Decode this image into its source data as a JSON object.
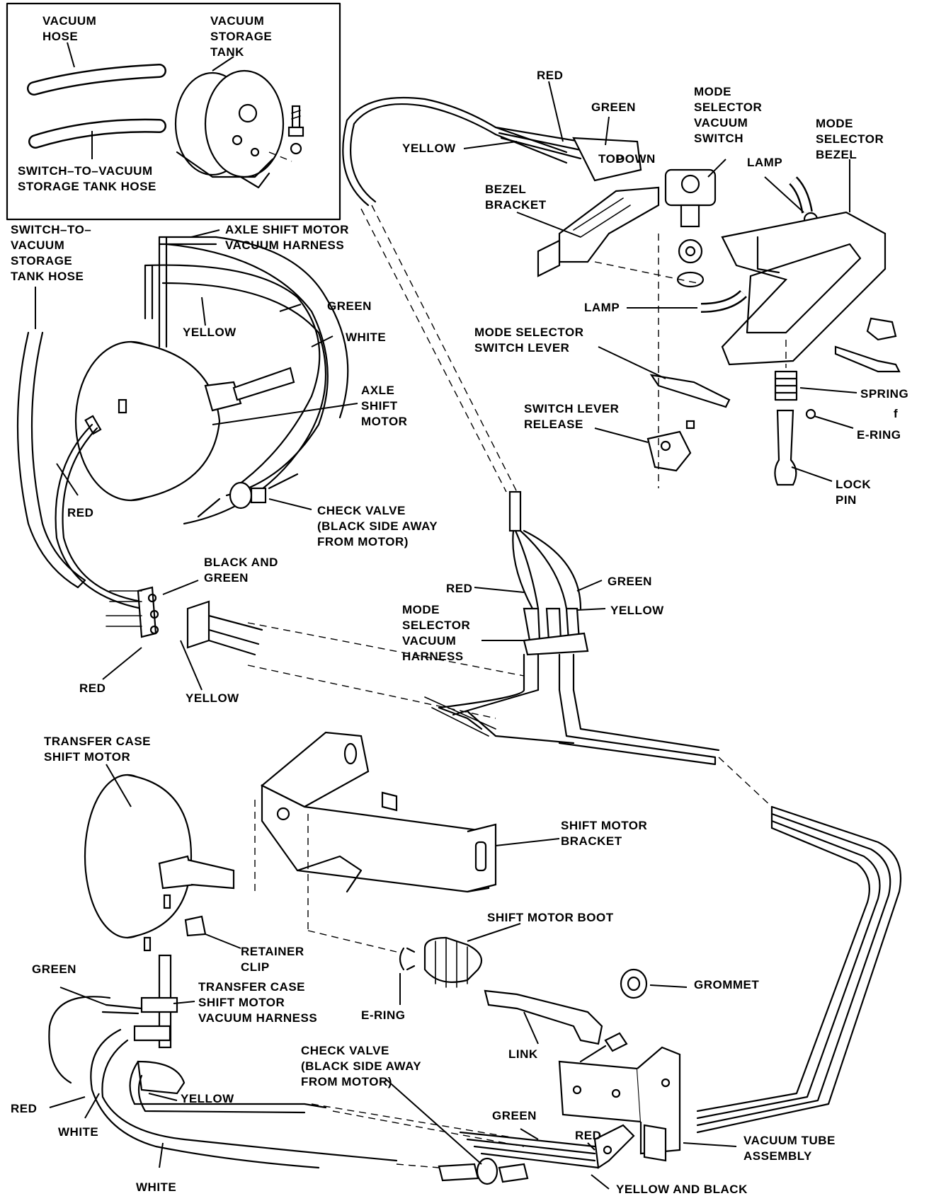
{
  "labels": {
    "vacuum_hose": [
      "VACUUM",
      "HOSE"
    ],
    "vacuum_storage_tank": [
      "VACUUM",
      "STORAGE",
      "TANK"
    ],
    "switch_to_vacuum_tank_hose_inset": [
      "SWITCH–TO–VACUUM",
      "STORAGE TANK HOSE"
    ],
    "switch_to_vacuum_tank_hose_left": [
      "SWITCH–TO–",
      "VACUUM",
      "STORAGE",
      "TANK HOSE"
    ],
    "axle_shift_motor_vacuum_harness": [
      "AXLE SHIFT MOTOR",
      "VACUUM HARNESS"
    ],
    "green_axle": [
      "GREEN"
    ],
    "white_axle": [
      "WHITE"
    ],
    "yellow_axle": [
      "YELLOW"
    ],
    "axle_shift_motor": [
      "AXLE",
      "SHIFT",
      "MOTOR"
    ],
    "red_axle": [
      "RED"
    ],
    "check_valve_top": [
      "CHECK VALVE",
      "(BLACK SIDE AWAY",
      "FROM MOTOR)"
    ],
    "black_and_green": [
      "BLACK AND",
      "GREEN"
    ],
    "red_lower_left": [
      "RED"
    ],
    "yellow_lower_left": [
      "YELLOW"
    ],
    "red_top_harness": [
      "RED"
    ],
    "green_top_harness": [
      "GREEN"
    ],
    "yellow_top_harness": [
      "YELLOW"
    ],
    "mode_selector_vacuum_switch": [
      "MODE",
      "SELECTOR",
      "VACUUM",
      "SWITCH"
    ],
    "mode_selector_bezel": [
      "MODE",
      "SELECTOR",
      "BEZEL"
    ],
    "lamp_top": [
      "LAMP"
    ],
    "bezel_bracket": [
      "BEZEL",
      "BRACKET"
    ],
    "lamp_mid": [
      "LAMP"
    ],
    "mode_selector_switch_lever": [
      "MODE SELECTOR",
      "SWITCH LEVER"
    ],
    "switch_lever_release": [
      "SWITCH LEVER",
      "RELEASE"
    ],
    "spring": [
      "SPRING"
    ],
    "e_ring_right": [
      "E-RING"
    ],
    "lock_pin": [
      "LOCK",
      "PIN"
    ],
    "red_mode_harness": [
      "RED"
    ],
    "green_mode_harness": [
      "GREEN"
    ],
    "yellow_mode_harness": [
      "YELLOW"
    ],
    "mode_selector_vacuum_harness": [
      "MODE",
      "SELECTOR",
      "VACUUM",
      "HARNESS"
    ],
    "transfer_case_shift_motor": [
      "TRANSFER CASE",
      "SHIFT MOTOR"
    ],
    "shift_motor_bracket": [
      "SHIFT MOTOR",
      "BRACKET"
    ],
    "retainer_clip": [
      "RETAINER",
      "CLIP"
    ],
    "shift_motor_boot": [
      "SHIFT MOTOR BOOT"
    ],
    "grommet": [
      "GROMMET"
    ],
    "e_ring_bottom": [
      "E-RING"
    ],
    "link": [
      "LINK"
    ],
    "green_tc": [
      "GREEN"
    ],
    "transfer_case_shift_motor_vacuum_harness": [
      "TRANSFER CASE",
      "SHIFT MOTOR",
      "VACUUM HARNESS"
    ],
    "check_valve_bottom": [
      "CHECK VALVE",
      "(BLACK SIDE AWAY",
      "FROM MOTOR)"
    ],
    "yellow_tc": [
      "YELLOW"
    ],
    "red_tc_left": [
      "RED"
    ],
    "white_tc_1": [
      "WHITE"
    ],
    "white_tc_2": [
      "WHITE"
    ],
    "green_tc_bottom": [
      "GREEN"
    ],
    "red_tc_bottom": [
      "RED"
    ],
    "vacuum_tube_assembly": [
      "VACUUM TUBE",
      "ASSEMBLY"
    ],
    "yellow_and_black": [
      "YELLOW AND BLACK"
    ],
    "stray_mark": [
      "f"
    ],
    "tank_switch_marking": [
      "TOP",
      "DOWN"
    ]
  }
}
